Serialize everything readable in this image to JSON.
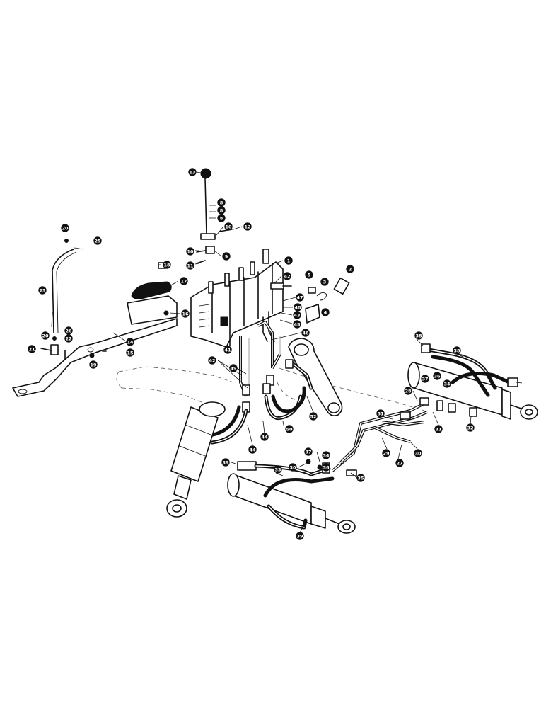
{
  "callouts": [
    {
      "id": "c13",
      "label": "13"
    },
    {
      "id": "c8a",
      "label": "8"
    },
    {
      "id": "c8b",
      "label": "8"
    },
    {
      "id": "c8c",
      "label": "8"
    },
    {
      "id": "c10",
      "label": "10"
    },
    {
      "id": "c12",
      "label": "12"
    },
    {
      "id": "c10b",
      "label": "10"
    },
    {
      "id": "c9",
      "label": "9"
    },
    {
      "id": "c11",
      "label": "11"
    },
    {
      "id": "c18",
      "label": "18"
    },
    {
      "id": "c17",
      "label": "17"
    },
    {
      "id": "c16",
      "label": "16"
    },
    {
      "id": "c20",
      "label": "20"
    },
    {
      "id": "c25",
      "label": "25"
    },
    {
      "id": "c23",
      "label": "23"
    },
    {
      "id": "c26",
      "label": "26"
    },
    {
      "id": "c22",
      "label": "22"
    },
    {
      "id": "c20b",
      "label": "20"
    },
    {
      "id": "c21",
      "label": "21"
    },
    {
      "id": "c19",
      "label": "19"
    },
    {
      "id": "c15",
      "label": "15"
    },
    {
      "id": "c14",
      "label": "14"
    },
    {
      "id": "c1",
      "label": "1"
    },
    {
      "id": "c42a",
      "label": "42"
    },
    {
      "id": "c5",
      "label": "5"
    },
    {
      "id": "c3",
      "label": "3"
    },
    {
      "id": "c2",
      "label": "2"
    },
    {
      "id": "c4",
      "label": "4"
    },
    {
      "id": "c47",
      "label": "47"
    },
    {
      "id": "c48",
      "label": "48"
    },
    {
      "id": "c43",
      "label": "43"
    },
    {
      "id": "c45",
      "label": "45"
    },
    {
      "id": "c46",
      "label": "46"
    },
    {
      "id": "c42b",
      "label": "42"
    },
    {
      "id": "c49",
      "label": "49"
    },
    {
      "id": "c50",
      "label": "50"
    },
    {
      "id": "c52",
      "label": "52"
    },
    {
      "id": "c41",
      "label": "41"
    },
    {
      "id": "c44a",
      "label": "44"
    },
    {
      "id": "c44b",
      "label": "44"
    },
    {
      "id": "c38",
      "label": "38"
    },
    {
      "id": "c51",
      "label": "51"
    },
    {
      "id": "c37a",
      "label": "37"
    },
    {
      "id": "c36a",
      "label": "36"
    },
    {
      "id": "c34a",
      "label": "34"
    },
    {
      "id": "c38b",
      "label": "38"
    },
    {
      "id": "c28",
      "label": "28"
    },
    {
      "id": "c31",
      "label": "31"
    },
    {
      "id": "c32",
      "label": "32"
    },
    {
      "id": "c30",
      "label": "30"
    },
    {
      "id": "c29",
      "label": "29"
    },
    {
      "id": "c27",
      "label": "27"
    },
    {
      "id": "c30b",
      "label": "30"
    },
    {
      "id": "c37b",
      "label": "37"
    },
    {
      "id": "c34b",
      "label": "34"
    },
    {
      "id": "c36b",
      "label": "36"
    },
    {
      "id": "c39a",
      "label": "39"
    },
    {
      "id": "c33",
      "label": "33"
    },
    {
      "id": "c35",
      "label": "35"
    },
    {
      "id": "c39b",
      "label": "39"
    }
  ]
}
